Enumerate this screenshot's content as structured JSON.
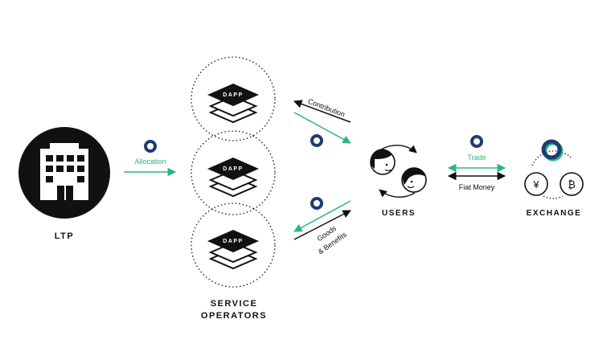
{
  "colors": {
    "ink": "#111111",
    "accent": "#2bb583",
    "token_ring": "#1f3b73",
    "token_ring_highlight": "#2bb583"
  },
  "nodes": {
    "ltp": {
      "label": "LTP",
      "icon": "building-icon"
    },
    "service_operators": {
      "label_line1": "SERVICE",
      "label_line2": "OPERATORS",
      "dapp_label": "DAPP",
      "icon": "stacked-layers-icon"
    },
    "users": {
      "label": "USERS",
      "icon": "two-faces-cycle-icon"
    },
    "exchange": {
      "label": "EXCHANGE",
      "yen": "¥",
      "bitcoin": "₿",
      "icon": "currency-exchange-icon"
    }
  },
  "edges": {
    "allocation": "Allocation",
    "contribution": "Contribution",
    "goods_line1": "Goods",
    "goods_line2": "& Benefits",
    "trade": "Trade",
    "fiat": "Fiat Money"
  }
}
